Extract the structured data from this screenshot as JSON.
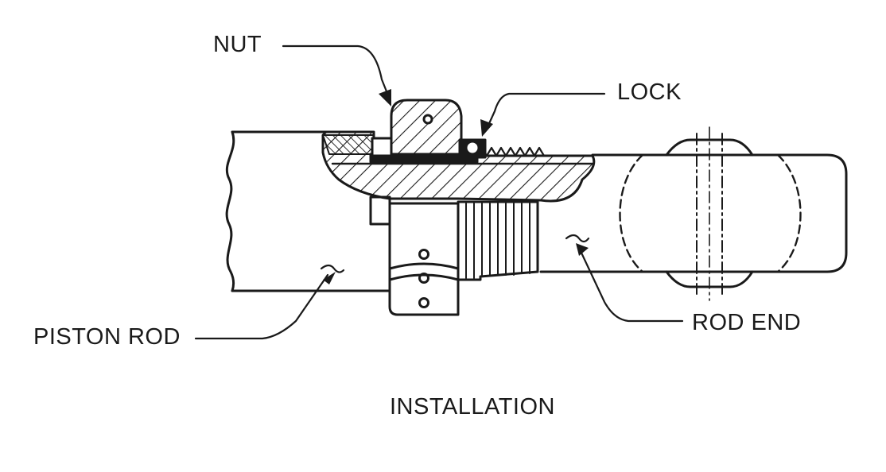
{
  "labels": {
    "nut": "NUT",
    "lock": "LOCK",
    "piston_rod": "PISTON ROD",
    "rod_end": "ROD END",
    "title": "INSTALLATION"
  },
  "colors": {
    "line": "#1a1a1a",
    "background": "#ffffff"
  }
}
